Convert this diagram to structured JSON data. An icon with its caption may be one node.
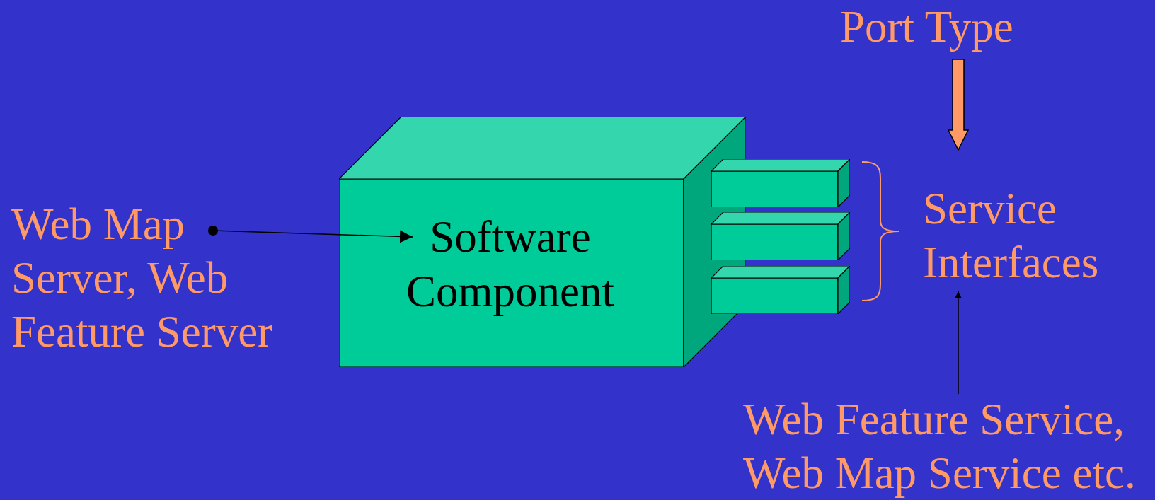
{
  "diagram": {
    "nodes": [
      {
        "text": [
          "Web Map Server, Web Feature Server"
        ]
      },
      {
        "text": [
          "Software Component"
        ]
      },
      {
        "text": [],
        "shape": "box"
      },
      {
        "text": [],
        "shape": "box"
      },
      {
        "text": [],
        "shape": "box"
      },
      {
        "text": [
          "Service Interfaces"
        ]
      },
      {
        "text": [
          "Port Type"
        ]
      },
      {
        "text": [
          "Web Feature Service, Web Map Service etc."
        ]
      }
    ],
    "edges": [
      {
        "from": 0,
        "to": 1,
        "arrow": "to"
      },
      {
        "from": 6,
        "to": 5,
        "arrow": "to",
        "style": "thick",
        "color": "#ff9966"
      },
      {
        "from": 7,
        "to": 5,
        "arrow": "to"
      }
    ]
  }
}
